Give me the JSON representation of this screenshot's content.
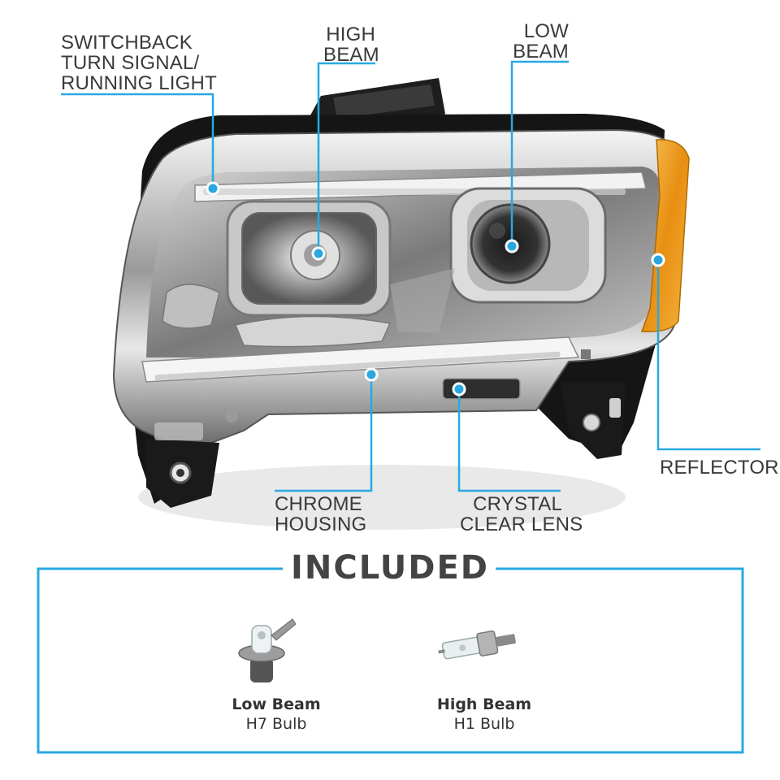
{
  "callouts": {
    "switchback": [
      "SWITCHBACK",
      "TURN SIGNAL/",
      "RUNNING LIGHT"
    ],
    "high_beam": [
      "HIGH",
      "BEAM"
    ],
    "low_beam": [
      "LOW",
      "BEAM"
    ],
    "reflector": [
      "REFLECTOR"
    ],
    "chrome_housing": [
      "CHROME",
      "HOUSING"
    ],
    "crystal_lens": [
      "CRYSTAL",
      "CLEAR LENS"
    ]
  },
  "included": {
    "title": "INCLUDED",
    "bulbs": [
      {
        "name": "Low Beam",
        "type": "H7 Bulb"
      },
      {
        "name": "High Beam",
        "type": "H1 Bulb"
      }
    ]
  },
  "colors": {
    "accent_blue": "#29a8e0",
    "turn_amber": "#f0a21a",
    "label_gray": "#3a3a3a"
  }
}
